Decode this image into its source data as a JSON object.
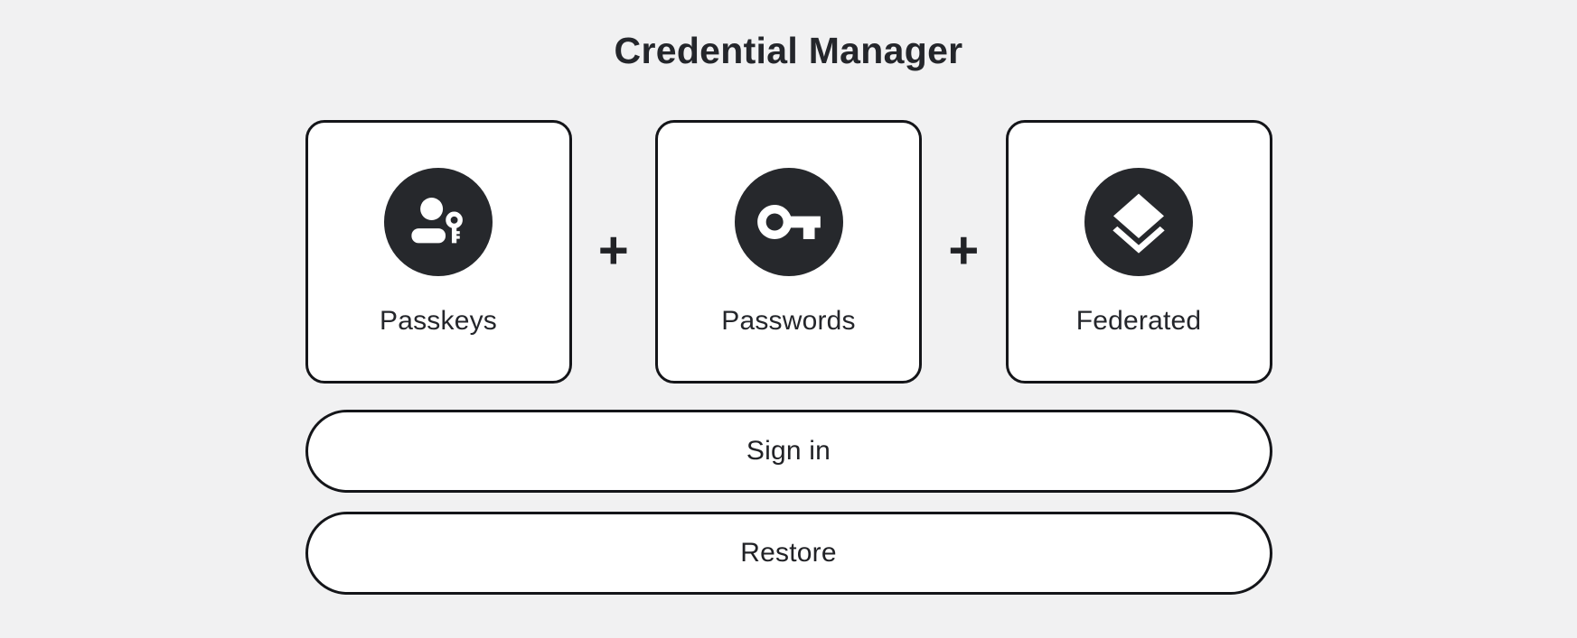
{
  "page": {
    "title": "Credential Manager",
    "background_color": "#f1f1f2"
  },
  "colors": {
    "card_background": "#ffffff",
    "card_border": "#141519",
    "icon_circle_fill": "#26282c",
    "icon_glyph": "#ffffff",
    "text": "#24262b"
  },
  "cards": [
    {
      "label": "Passkeys",
      "icon": "person-key-icon"
    },
    {
      "label": "Passwords",
      "icon": "key-icon"
    },
    {
      "label": "Federated",
      "icon": "layers-icon"
    }
  ],
  "separators": {
    "plus": "+"
  },
  "buttons": {
    "sign_in": {
      "label": "Sign in"
    },
    "restore": {
      "label": "Restore"
    }
  }
}
